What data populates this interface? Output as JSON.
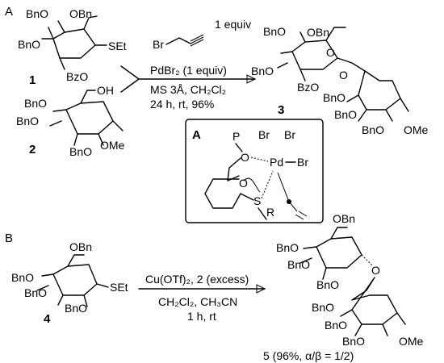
{
  "panel_a_label": "A",
  "panel_b_label": "B",
  "compound1": {
    "number": "1",
    "bno_top": "BnO",
    "obn_top": "OBn",
    "bno_left": "BnO",
    "bzo": "BzO",
    "set": "SEt"
  },
  "compound2": {
    "number": "2",
    "oh": "OH",
    "bno_a": "BnO",
    "bno_b": "BnO",
    "bno_c": "BnO",
    "ome": "OMe"
  },
  "compound3": {
    "number": "3",
    "bno_top": "BnO",
    "obn_top": "OBn",
    "bno_left": "BnO",
    "bzo": "BzO",
    "bno_a": "BnO",
    "bno_b": "BnO",
    "bno_c": "BnO",
    "ome": "OMe",
    "o_ring": "O",
    "o_link": "O"
  },
  "reagent_a": {
    "propargyl_br": "Br",
    "equiv": "1 equiv",
    "catalyst": "PdBr₂ (1 equiv)",
    "conditions1": "MS 3Å, CH₂Cl₂",
    "conditions2": "24 h, rt, 96%"
  },
  "inset": {
    "label": "A",
    "p": "P",
    "o1": "O",
    "br1": "Br",
    "br2": "Br",
    "pd": "Pd",
    "br3": "Br",
    "o_ring": "O",
    "s": "S",
    "r": "R"
  },
  "compound4": {
    "number": "4",
    "obn": "OBn",
    "bno_a": "BnO",
    "bno_b": "BnO",
    "bno_c": "BnO",
    "set": "SEt"
  },
  "reagent_b": {
    "catalyst": "Cu(OTf)₂, 2 (excess)",
    "conditions1": "CH₂Cl₂, CH₃CN",
    "conditions2": "1 h, rt"
  },
  "compound5": {
    "obn": "OBn",
    "bno_a": "BnO",
    "bno_b": "BnO",
    "bno_c": "BnO",
    "bno_d": "BnO",
    "bno_e": "BnO",
    "bno_f": "BnO",
    "ome": "OMe",
    "o_link": "O",
    "result": "5 (96%, α/β = 1/2)"
  }
}
